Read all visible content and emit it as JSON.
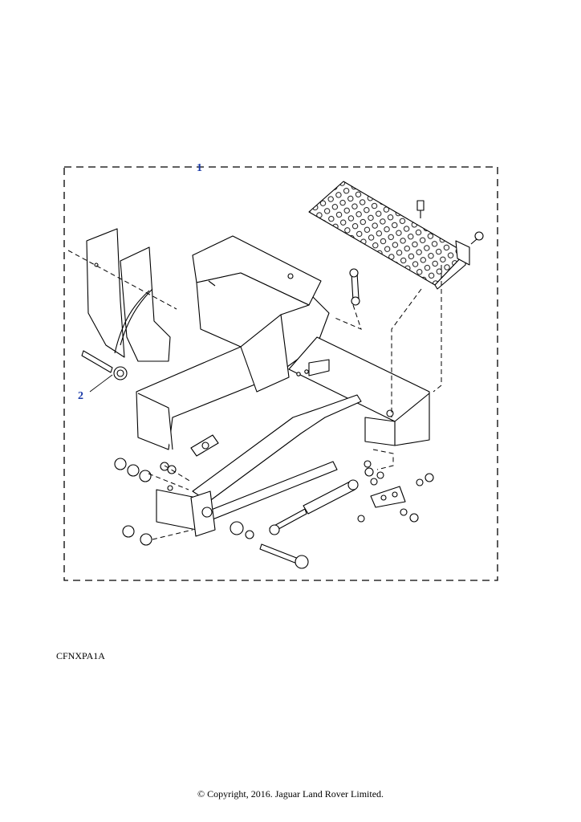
{
  "callouts": {
    "kit": "1",
    "bolt": "2"
  },
  "figure_code": "CFNXPA1A",
  "copyright": "© Copyright, 2016. Jaguar Land Rover Limited.",
  "colors": {
    "line": "#000000",
    "callout": "#1a3aa8",
    "background": "#ffffff"
  }
}
